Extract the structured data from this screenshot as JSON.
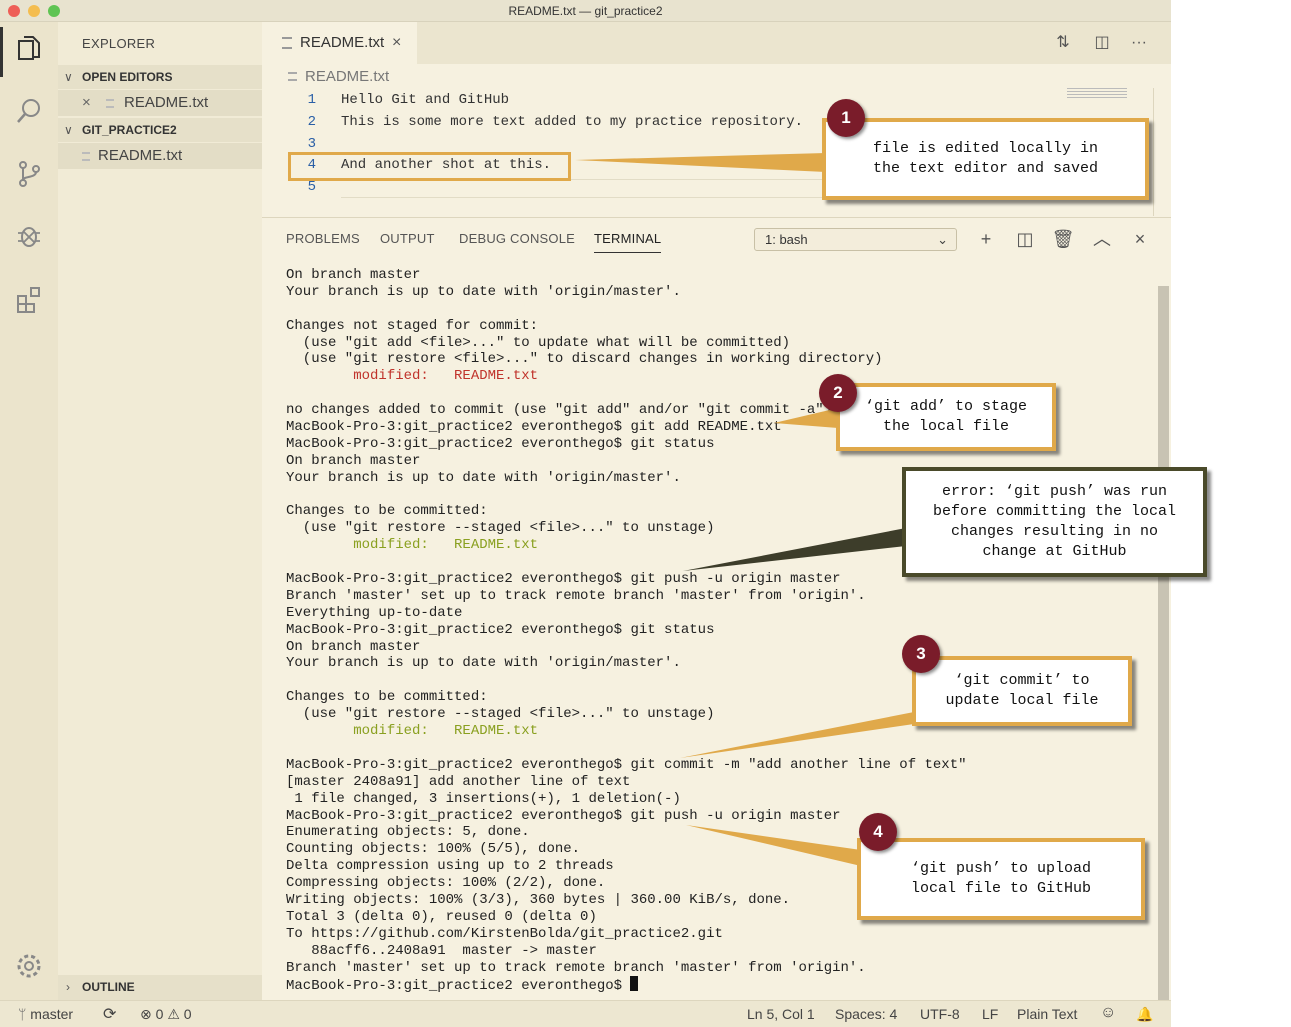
{
  "window": {
    "title": "README.txt — git_practice2"
  },
  "sidebar": {
    "title": "EXPLORER",
    "open_editors_label": "OPEN EDITORS",
    "open_editor_file": "README.txt",
    "folder_label": "GIT_PRACTICE2",
    "folder_file": "README.txt",
    "outline_label": "OUTLINE"
  },
  "editor": {
    "tab_label": "README.txt",
    "breadcrumb": "README.txt",
    "lines": [
      {
        "num": "1",
        "text": "Hello Git and GitHub"
      },
      {
        "num": "2",
        "text": "This is some more text added to my practice repository."
      },
      {
        "num": "3",
        "text": ""
      },
      {
        "num": "4",
        "text": "And another shot at this."
      },
      {
        "num": "5",
        "text": ""
      }
    ]
  },
  "panel": {
    "tabs": [
      "PROBLEMS",
      "OUTPUT",
      "DEBUG CONSOLE",
      "TERMINAL"
    ],
    "terminal_select": "1: bash",
    "terminal_lines": [
      "On branch master",
      "Your branch is up to date with 'origin/master'.",
      "",
      "Changes not staged for commit:",
      "  (use \"git add <file>...\" to update what will be committed)",
      "  (use \"git restore <file>...\" to discard changes in working directory)",
      "        modified:   README.txt",
      "",
      "no changes added to commit (use \"git add\" and/or \"git commit -a\")",
      "MacBook-Pro-3:git_practice2 everonthego$ git add README.txt",
      "MacBook-Pro-3:git_practice2 everonthego$ git status",
      "On branch master",
      "Your branch is up to date with 'origin/master'.",
      "",
      "Changes to be committed:",
      "  (use \"git restore --staged <file>...\" to unstage)",
      "        modified:   README.txt",
      "",
      "MacBook-Pro-3:git_practice2 everonthego$ git push -u origin master",
      "Branch 'master' set up to track remote branch 'master' from 'origin'.",
      "Everything up-to-date",
      "MacBook-Pro-3:git_practice2 everonthego$ git status",
      "On branch master",
      "Your branch is up to date with 'origin/master'.",
      "",
      "Changes to be committed:",
      "  (use \"git restore --staged <file>...\" to unstage)",
      "        modified:   README.txt",
      "",
      "MacBook-Pro-3:git_practice2 everonthego$ git commit -m \"add another line of text\"",
      "[master 2408a91] add another line of text",
      " 1 file changed, 3 insertions(+), 1 deletion(-)",
      "MacBook-Pro-3:git_practice2 everonthego$ git push -u origin master",
      "Enumerating objects: 5, done.",
      "Counting objects: 100% (5/5), done.",
      "Delta compression using up to 2 threads",
      "Compressing objects: 100% (2/2), done.",
      "Writing objects: 100% (3/3), 360 bytes | 360.00 KiB/s, done.",
      "Total 3 (delta 0), reused 0 (delta 0)",
      "To https://github.com/KirstenBolda/git_practice2.git",
      "   88acff6..2408a91  master -> master",
      "Branch 'master' set up to track remote branch 'master' from 'origin'.",
      "MacBook-Pro-3:git_practice2 everonthego$ "
    ],
    "red_lines": [
      6
    ],
    "olive_lines": [
      16,
      27
    ]
  },
  "status": {
    "branch": "master",
    "errors": "0",
    "warnings": "0",
    "position": "Ln 5, Col 1",
    "spaces": "Spaces: 4",
    "encoding": "UTF-8",
    "eol": "LF",
    "language": "Plain Text"
  },
  "annotations": [
    {
      "number": "1",
      "text": "file is edited locally in the text editor and saved"
    },
    {
      "number": "2",
      "text": "‘git add’ to stage the local file"
    },
    {
      "number": "",
      "text": "error: ‘git push’ was run before committing the local changes resulting in no change at GitHub"
    },
    {
      "number": "3",
      "text": "‘git commit’ to update local file"
    },
    {
      "number": "4",
      "text": "‘git push’ to upload local file to GitHub"
    }
  ],
  "colors": {
    "accent": "#e0a94a",
    "badge": "#7a1c2a",
    "line_number": "#2a5fa6"
  },
  "icons": [
    "explorer-icon",
    "search-icon",
    "source-control-icon",
    "debug-icon",
    "extensions-icon",
    "settings-gear-icon",
    "close-icon",
    "split-editor-icon",
    "more-icon",
    "plus-icon",
    "trash-icon",
    "chevron-up-icon",
    "branch-icon",
    "sync-icon",
    "error-icon",
    "warning-icon",
    "smiley-icon",
    "bell-icon"
  ]
}
